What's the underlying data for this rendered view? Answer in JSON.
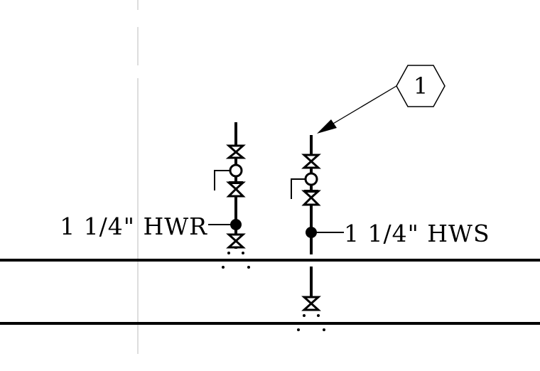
{
  "labels": {
    "return_label": "1 1/4\" HWR",
    "supply_label": "1 1/4\" HWS",
    "keynote_tag": "1"
  }
}
